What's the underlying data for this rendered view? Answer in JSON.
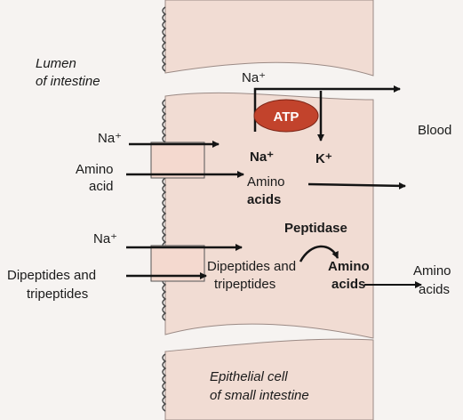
{
  "labels": {
    "lumen_line1": "Lumen",
    "lumen_line2": "of intestine",
    "blood": "Blood",
    "na_top": "Na⁺",
    "atp": "ATP",
    "na_in_cell": "Na⁺",
    "k_in_cell": "K⁺",
    "na_1": "Na⁺",
    "amino_acid_line1": "Amino",
    "amino_acid_line2": "acid",
    "amino_acids_cell_line1": "Amino",
    "amino_acids_cell_line2": "acids",
    "na_2": "Na⁺",
    "dipeptides_line1": "Dipeptides and",
    "dipeptides_line2": "tripeptides",
    "peptidase": "Peptidase",
    "dipeptides_cell_line1": "Dipeptides and",
    "dipeptides_cell_line2": "tripeptides",
    "amino_acids_cell2_line1": "Amino",
    "amino_acids_cell2_line2": "acids",
    "amino_acids_blood_line1": "Amino",
    "amino_acids_blood_line2": "acids",
    "epithelial_line1": "Epithelial cell",
    "epithelial_line2": "of small intestine"
  },
  "colors": {
    "cell_fill": "#f1dcd3",
    "atp_fill": "#c2432c",
    "atp_text": "#ffffff",
    "arrow": "#141414",
    "transporter_fill": "#f4d9cf"
  }
}
